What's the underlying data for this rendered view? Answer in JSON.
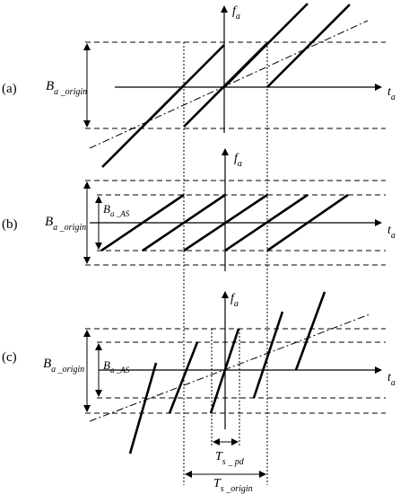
{
  "panels": [
    {
      "id": "a",
      "label": "(a)",
      "y_axis": {
        "main": "f",
        "sub": "a"
      },
      "x_axis": {
        "main": "t",
        "sub": "a"
      },
      "bandwidth_labels": [
        {
          "main": "B",
          "sub": "a _origin"
        }
      ]
    },
    {
      "id": "b",
      "label": "(b)",
      "y_axis": {
        "main": "f",
        "sub": "a"
      },
      "x_axis": {
        "main": "t",
        "sub": "a"
      },
      "bandwidth_labels": [
        {
          "main": "B",
          "sub": "a _origin"
        },
        {
          "main": "B",
          "sub": "a _AS"
        }
      ]
    },
    {
      "id": "c",
      "label": "(c)",
      "y_axis": {
        "main": "f",
        "sub": "a"
      },
      "x_axis": {
        "main": "t",
        "sub": "a"
      },
      "bandwidth_labels": [
        {
          "main": "B",
          "sub": "a _origin"
        },
        {
          "main": "B",
          "sub": "a _AS"
        }
      ]
    }
  ],
  "time_labels": {
    "t_s_pd": {
      "main": "T",
      "sub": "s _ pd"
    },
    "t_s_origin": {
      "main": "T",
      "sub": "s _origin"
    }
  }
}
